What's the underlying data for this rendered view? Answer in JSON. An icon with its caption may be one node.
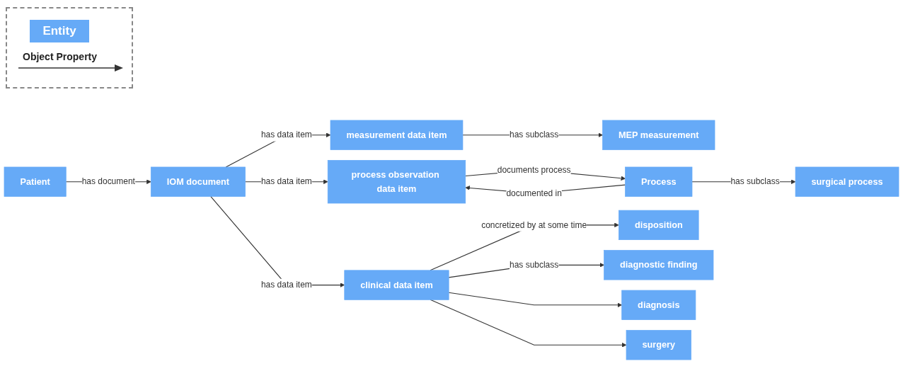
{
  "diagram": {
    "nodes": [
      {
        "text": [
          "Patient"
        ]
      },
      {
        "text": [
          "IOM document"
        ]
      },
      {
        "text": [
          "measurement data item"
        ]
      },
      {
        "text": [
          "MEP measurement"
        ]
      },
      {
        "text": [
          "process observation data item"
        ]
      },
      {
        "text": [
          "Process"
        ]
      },
      {
        "text": [
          "surgical process"
        ]
      },
      {
        "text": [
          "clinical data item"
        ]
      },
      {
        "text": [
          "disposition"
        ]
      },
      {
        "text": [
          "diagnostic finding"
        ]
      },
      {
        "text": [
          "diagnosis"
        ]
      },
      {
        "text": [
          "surgery"
        ]
      }
    ],
    "edges": [
      {
        "from": 0,
        "to": 1,
        "arrow": "to",
        "label": "has document"
      },
      {
        "from": 1,
        "to": 2,
        "arrow": "to",
        "label": "has data item"
      },
      {
        "from": 1,
        "to": 4,
        "arrow": "to",
        "label": "has data item"
      },
      {
        "from": 1,
        "to": 7,
        "arrow": "to",
        "label": "has data item"
      },
      {
        "from": 2,
        "to": 3,
        "arrow": "to",
        "label": "has subclass"
      },
      {
        "from": 4,
        "to": 5,
        "arrow": "to",
        "label": "documents process"
      },
      {
        "from": 5,
        "to": 4,
        "arrow": "to",
        "label": "documented in"
      },
      {
        "from": 5,
        "to": 6,
        "arrow": "to",
        "label": "has subclass"
      },
      {
        "from": 7,
        "to": 8,
        "arrow": "to",
        "label": "concretized by at some time"
      },
      {
        "from": 7,
        "to": 9,
        "arrow": "to",
        "label": "has subclass"
      },
      {
        "from": 7,
        "to": 10,
        "arrow": "to"
      },
      {
        "from": 7,
        "to": 11,
        "arrow": "to"
      }
    ],
    "legend": [
      {
        "text": "Entity",
        "color": "#66aaf7"
      },
      {
        "text": "Object Property"
      }
    ]
  }
}
